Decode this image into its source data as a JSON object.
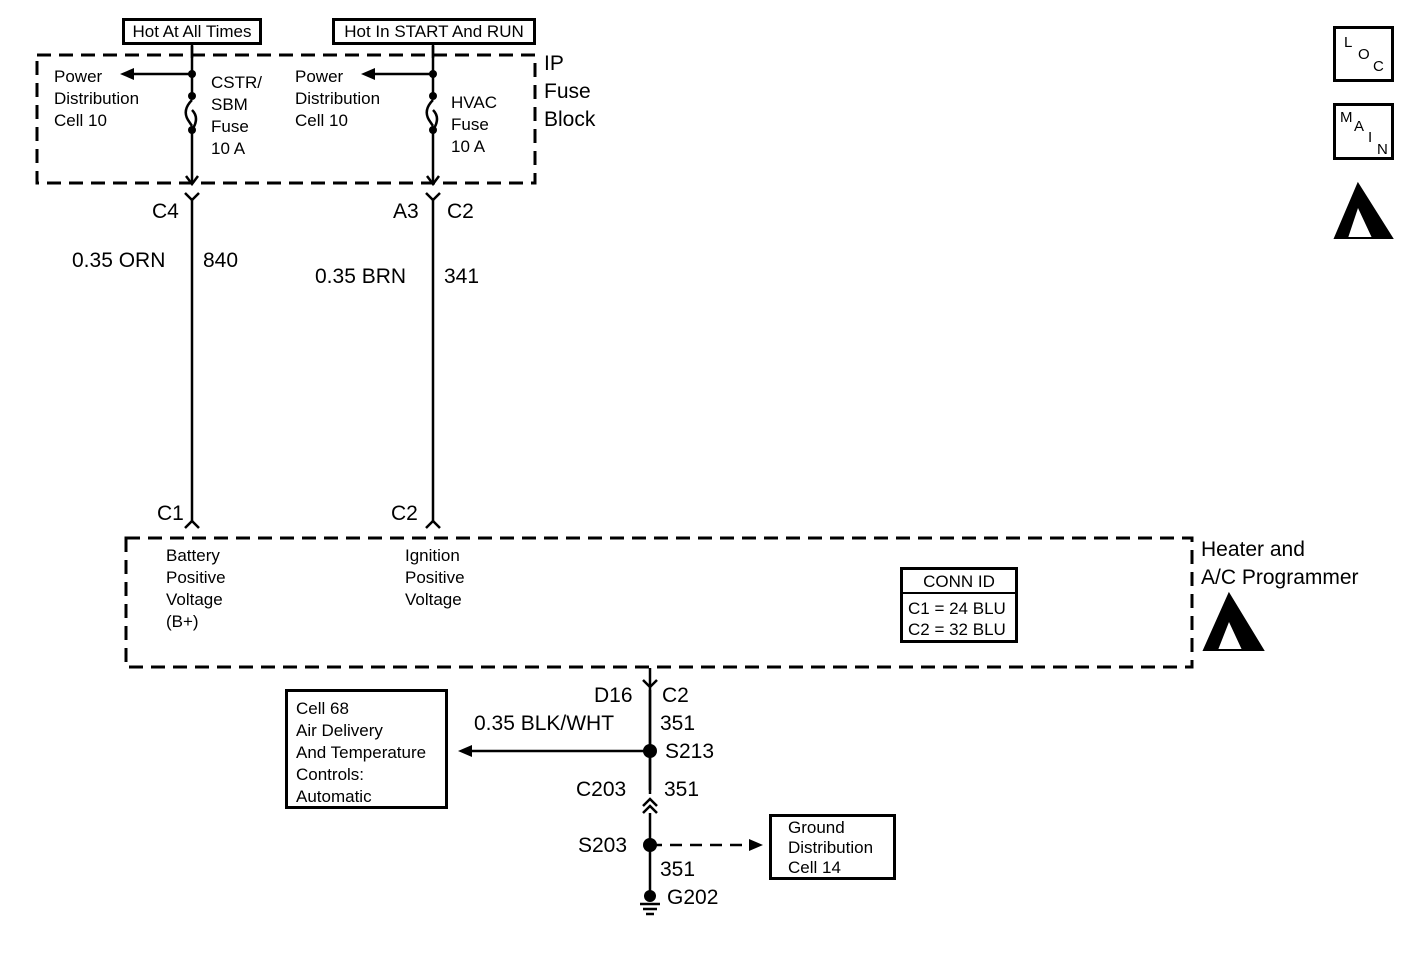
{
  "power": {
    "hot_at_all_times": "Hot At All Times",
    "hot_in_start_run": "Hot In START And RUN"
  },
  "fuse_block": {
    "title": "IP\nFuse\nBlock",
    "left_power_dist": "Power\nDistribution\nCell 10",
    "left_fuse": "CSTR/\nSBM\nFuse\n10 A",
    "right_power_dist": "Power\nDistribution\nCell 10",
    "right_fuse": "HVAC\nFuse\n10 A"
  },
  "connectors_top": {
    "left": "C4",
    "right_pin": "A3",
    "right_conn": "C2"
  },
  "wires": {
    "left_gauge_color": "0.35 ORN",
    "left_circuit": "840",
    "right_gauge_color": "0.35 BRN",
    "right_circuit": "341",
    "lower_gauge_color": "0.35 BLK/WHT",
    "lower_circuit": "351",
    "c203_circuit": "351",
    "s203_circuit": "351"
  },
  "connectors_bottom": {
    "left": "C1",
    "right": "C2"
  },
  "module": {
    "title": "Heater and\nA/C Programmer",
    "battery_label": "Battery\nPositive\nVoltage\n(B+)",
    "ignition_label": "Ignition\nPositive\nVoltage",
    "conn_id_header": "CONN ID",
    "conn_id_c1": "C1 = 24 BLU",
    "conn_id_c2": "C2 = 32 BLU"
  },
  "lower": {
    "pin": "D16",
    "conn": "C2",
    "splice_s213": "S213",
    "connector_c203": "C203",
    "splice_s203": "S203",
    "ground": "G202",
    "cell68": "Cell 68\nAir Delivery\nAnd Temperature\nControls:\nAutomatic",
    "ground_dist": "Ground\nDistribution\nCell 14"
  },
  "icons": {
    "loc": [
      "L",
      "O",
      "C"
    ],
    "main": [
      "M",
      "A",
      "I",
      "N"
    ],
    "esd": "esd-warning-icon"
  },
  "colors": {
    "line": "#000000",
    "background": "#ffffff"
  }
}
